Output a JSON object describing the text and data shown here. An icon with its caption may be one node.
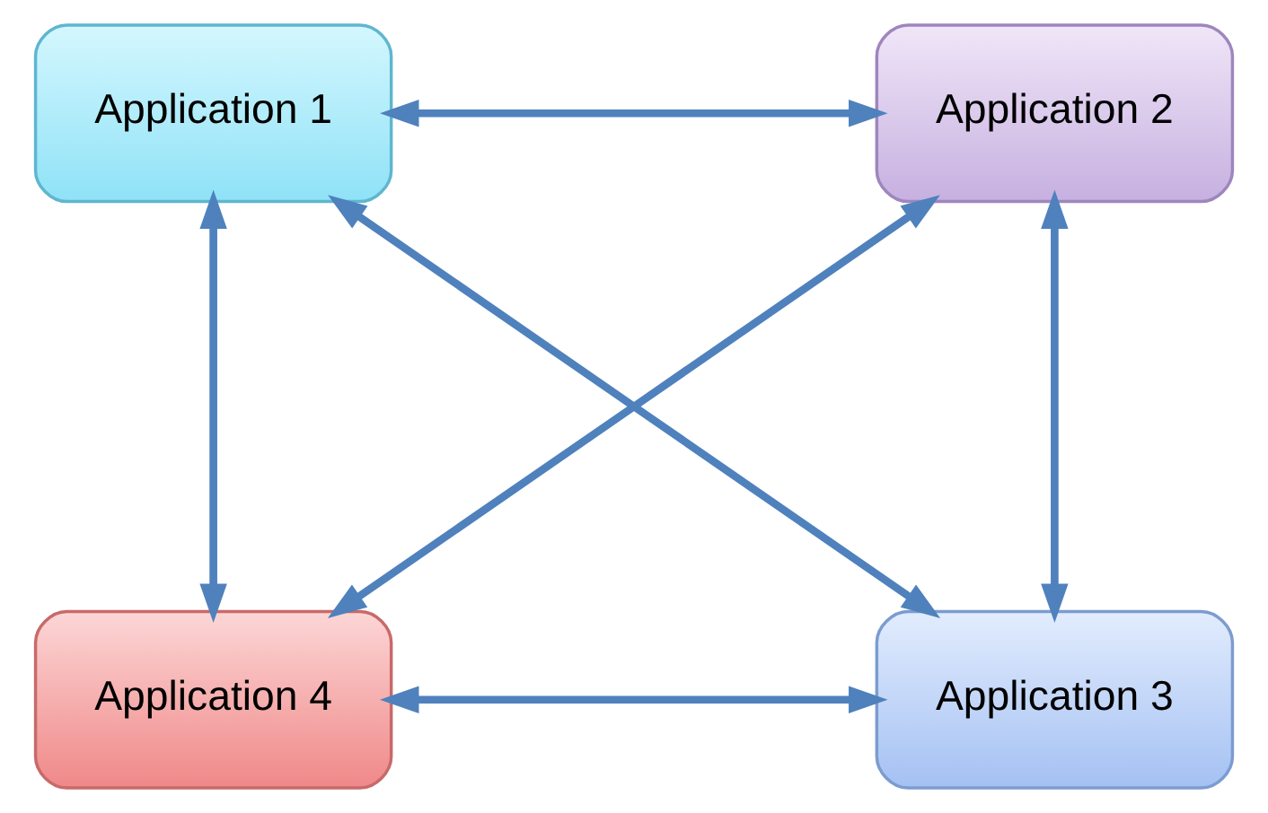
{
  "diagram": {
    "nodes": [
      {
        "text": [
          "Application 1"
        ]
      },
      {
        "text": [
          "Application 2"
        ]
      },
      {
        "text": [
          "Application 4"
        ]
      },
      {
        "text": [
          "Application 3"
        ]
      }
    ],
    "edges": [
      {
        "from": 0,
        "to": 1,
        "arrow": "both"
      },
      {
        "from": 0,
        "to": 2,
        "arrow": "both"
      },
      {
        "from": 0,
        "to": 3,
        "arrow": "both"
      },
      {
        "from": 1,
        "to": 2,
        "arrow": "both"
      },
      {
        "from": 1,
        "to": 3,
        "arrow": "both"
      },
      {
        "from": 2,
        "to": 3,
        "arrow": "both"
      }
    ]
  }
}
